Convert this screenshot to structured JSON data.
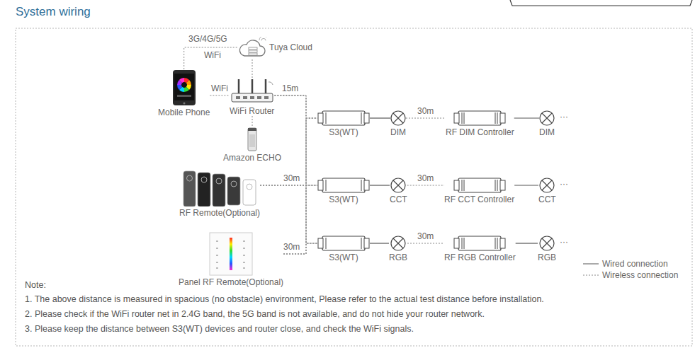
{
  "diagram": {
    "title": "System wiring",
    "nodes": [
      {
        "text": [
          "Tuya Cloud"
        ]
      },
      {
        "text": [
          "Mobile Phone"
        ]
      },
      {
        "text": [
          "WiFi Router"
        ]
      },
      {
        "text": [
          "Amazon ECHO"
        ]
      },
      {
        "text": [
          "RF Remote(Optional)"
        ]
      },
      {
        "text": [
          "Panel RF Remote(Optional)"
        ]
      },
      {
        "text": [
          "S3(WT)"
        ]
      },
      {
        "text": [
          "DIM"
        ]
      },
      {
        "text": [
          "RF DIM Controller"
        ]
      },
      {
        "text": [
          "DIM"
        ]
      },
      {
        "text": [
          "S3(WT)"
        ]
      },
      {
        "text": [
          "CCT"
        ]
      },
      {
        "text": [
          "RF CCT Controller"
        ]
      },
      {
        "text": [
          "CCT"
        ]
      },
      {
        "text": [
          "S3(WT)"
        ]
      },
      {
        "text": [
          "RGB"
        ]
      },
      {
        "text": [
          "RF RGB Controller"
        ]
      },
      {
        "text": [
          "RGB"
        ]
      }
    ],
    "edges": [
      {
        "from": 1,
        "to": 0,
        "arrow": "none"
      },
      {
        "from": 2,
        "to": 0,
        "arrow": "none"
      },
      {
        "from": 1,
        "to": 2,
        "label": "WiFi",
        "arrow": "none"
      },
      {
        "from": 2,
        "to": 3,
        "arrow": "none"
      },
      {
        "from": 2,
        "to": 6,
        "arrow": "none"
      },
      {
        "from": 2,
        "to": 10,
        "arrow": "none"
      },
      {
        "from": 2,
        "to": 14,
        "arrow": "none"
      },
      {
        "from": 4,
        "to": 6,
        "arrow": "none"
      },
      {
        "from": 4,
        "to": 10,
        "arrow": "none"
      },
      {
        "from": 4,
        "to": 14,
        "arrow": "none"
      },
      {
        "from": 5,
        "to": 6,
        "arrow": "none"
      },
      {
        "from": 5,
        "to": 10,
        "arrow": "none"
      },
      {
        "from": 5,
        "to": 14,
        "arrow": "none"
      },
      {
        "from": 6,
        "to": 7,
        "arrow": "none"
      },
      {
        "from": 7,
        "to": 8,
        "label": "30m",
        "arrow": "none"
      },
      {
        "from": 8,
        "to": 9,
        "arrow": "none"
      },
      {
        "from": 10,
        "to": 11,
        "arrow": "none"
      },
      {
        "from": 11,
        "to": 12,
        "label": "30m",
        "arrow": "none"
      },
      {
        "from": 12,
        "to": 13,
        "arrow": "none"
      },
      {
        "from": 14,
        "to": 15,
        "arrow": "none"
      },
      {
        "from": 15,
        "to": 16,
        "label": "30m",
        "arrow": "none"
      },
      {
        "from": 16,
        "to": 17,
        "arrow": "none"
      }
    ],
    "labels": [
      "3G/4G/5G",
      "WiFi",
      "15m",
      "30m",
      "30m",
      "···",
      "···",
      "···",
      "Note:",
      "1. The above distance is measured in spacious (no obstacle) environment, Please refer to the actual test distance before installation.",
      "2. Please check if the WiFi router net in 2.4G band, the 5G band is not available, and do not hide your router network.",
      "3. Please keep the distance between S3(WT) devices and router close, and check the WiFi signals."
    ],
    "legend": [
      {
        "text": "Wired connection"
      },
      {
        "text": "Wireless connection"
      }
    ]
  }
}
